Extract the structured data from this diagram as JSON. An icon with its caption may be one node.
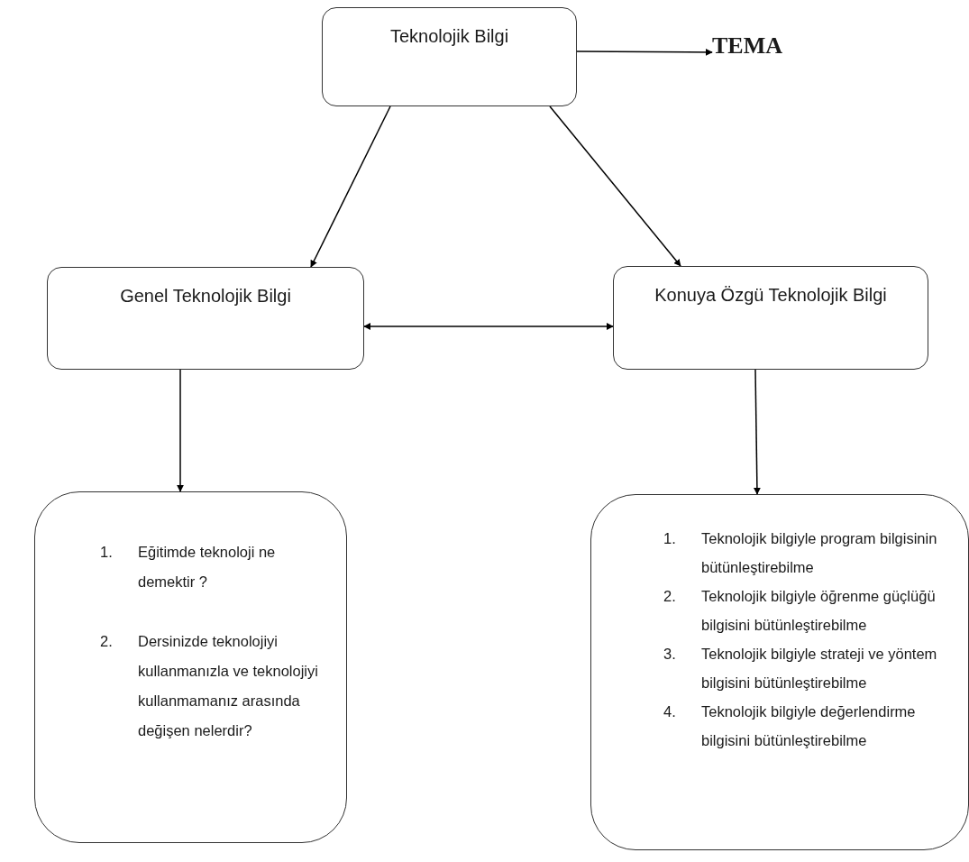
{
  "diagram": {
    "nodes": [
      {
        "text": [
          "Teknolojik Bilgi"
        ]
      },
      {
        "text": [
          "TEMA"
        ]
      },
      {
        "text": [
          "Genel Teknolojik Bilgi"
        ]
      },
      {
        "text": [
          "Konuya Özgü Teknolojik Bilgi"
        ]
      },
      {
        "text": [
          "1. Eğitimde teknoloji ne demektir ?",
          "2. Dersinizde teknolojiyi kullanmanızla ve teknolojiyi kullanmamanız arasında değişen nelerdir?"
        ]
      },
      {
        "text": [
          "1. Teknolojik bilgiyle program bilgisinin bütünleştirebilme",
          "2. Teknolojik bilgiyle öğrenme güçlüğü bilgisini bütünleştirebilme",
          "3. Teknolojik bilgiyle strateji ve yöntem bilgisini bütünleştirebilme",
          "4. Teknolojik bilgiyle değerlendirme bilgisini bütünleştirebilme"
        ]
      }
    ],
    "edges": [
      {
        "from": 0,
        "to": 1,
        "arrow": "to"
      },
      {
        "from": 0,
        "to": 2,
        "arrow": "to"
      },
      {
        "from": 0,
        "to": 3,
        "arrow": "to"
      },
      {
        "from": 2,
        "to": 3,
        "arrow": "both"
      },
      {
        "from": 2,
        "to": 4,
        "arrow": "to"
      },
      {
        "from": 3,
        "to": 5,
        "arrow": "to"
      }
    ]
  }
}
